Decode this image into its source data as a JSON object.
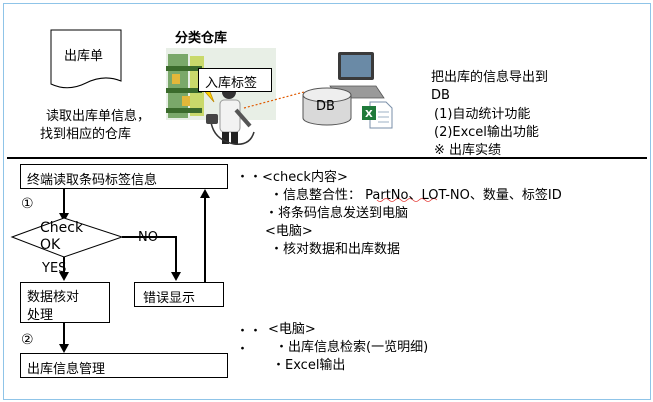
{
  "top": {
    "document_label": "出库单",
    "read_text_line1": "读取出库单信息，",
    "read_text_line2": "找到相应的仓库",
    "warehouse_title": "分类仓库",
    "tag_label": "入库标签",
    "db_label": "DB",
    "export": {
      "line1": "把出库的信息导出到",
      "line2": "DB",
      "line3": "(1)自动统计功能",
      "line4": "(2)Excel输出功能",
      "line5": "※ 出库实绩"
    }
  },
  "flow": {
    "read_tag_box": "终端读取条码标签信息",
    "step1": "①",
    "check_line1": "Check",
    "check_line2": "OK",
    "no_label": "NO",
    "yes_label": "YES",
    "data_check_line1": "数据核对",
    "data_check_line2": "处理",
    "error_box": "错误显示",
    "step2": "②",
    "outbound_mgmt": "出库信息管理"
  },
  "notes1": {
    "bullets": "・・",
    "title": "<check内容>",
    "item1": "・信息整合性：  PartNo、LOT-NO、数量、标签ID",
    "item2": "・将条码信息发送到电脑",
    "pc_title": "<电脑>",
    "item3": "・核对数据和出库数据"
  },
  "notes2": {
    "bullet_a": "・・",
    "bullet_b": "・",
    "title": "<电脑>",
    "item1": "・出库信息检索(一览明细)",
    "item2": "・Excel输出"
  }
}
